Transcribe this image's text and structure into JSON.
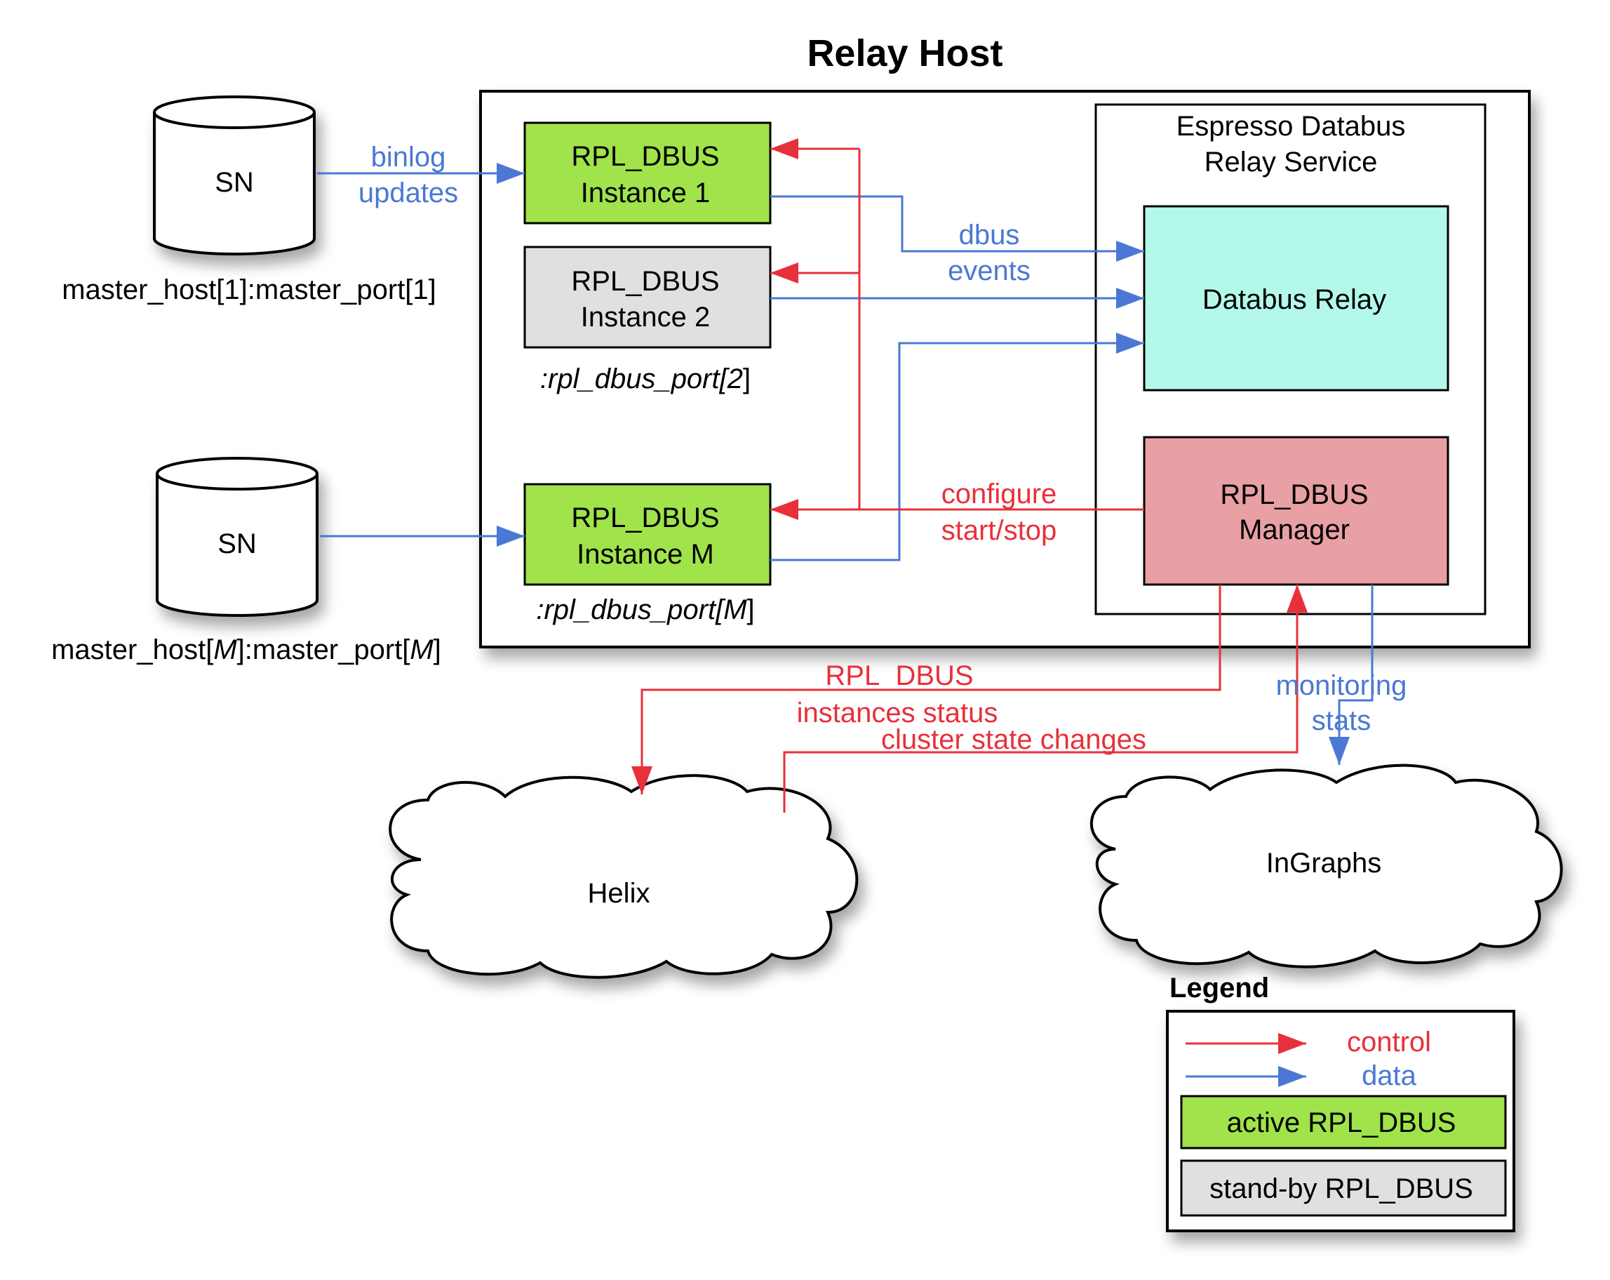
{
  "title": "Relay Host",
  "sources": [
    {
      "label": "SN",
      "address": "master_host[1]:master_port[1]"
    },
    {
      "label": "SN",
      "address_parts": [
        "master_host[",
        "M",
        "]:master_port[",
        "M",
        "]"
      ]
    }
  ],
  "instances": [
    {
      "line1": "RPL_DBUS",
      "line2": "Instance 1",
      "state": "active"
    },
    {
      "line1": "RPL_DBUS",
      "line2": "Instance 2",
      "state": "stand-by",
      "port_parts": [
        ":rpl_dbus_port[",
        "2",
        "]"
      ]
    },
    {
      "line1": "RPL_DBUS",
      "line2": "Instance M",
      "state": "active",
      "port_parts": [
        ":rpl_dbus_port[",
        "M",
        "]"
      ]
    }
  ],
  "service": {
    "title_line1": "Espresso Databus",
    "title_line2": "Relay Service",
    "relay": "Databus Relay",
    "manager_line1": "RPL_DBUS",
    "manager_line2": "Manager"
  },
  "edge_labels": {
    "binlog_line1": "binlog",
    "binlog_line2": "updates",
    "dbus_line1": "dbus",
    "dbus_line2": "events",
    "configure_line1": "configure",
    "configure_line2": "start/stop",
    "status_line1": "RPL_DBUS",
    "status_line2": "instances status",
    "cluster": "cluster state changes",
    "monitoring_line1": "monitoring",
    "monitoring_line2": "stats"
  },
  "clouds": {
    "helix": "Helix",
    "ingraphs": "InGraphs"
  },
  "legend": {
    "title": "Legend",
    "control": "control",
    "data": "data",
    "active": "active RPL_DBUS",
    "standby": "stand-by RPL_DBUS"
  },
  "colors": {
    "control": "#e8303a",
    "data": "#4a78d4",
    "active_fill": "#a0e34b",
    "standby_fill": "#e0e0e0",
    "relay_fill": "#b4f8ea",
    "manager_fill": "#e8a0a4"
  }
}
